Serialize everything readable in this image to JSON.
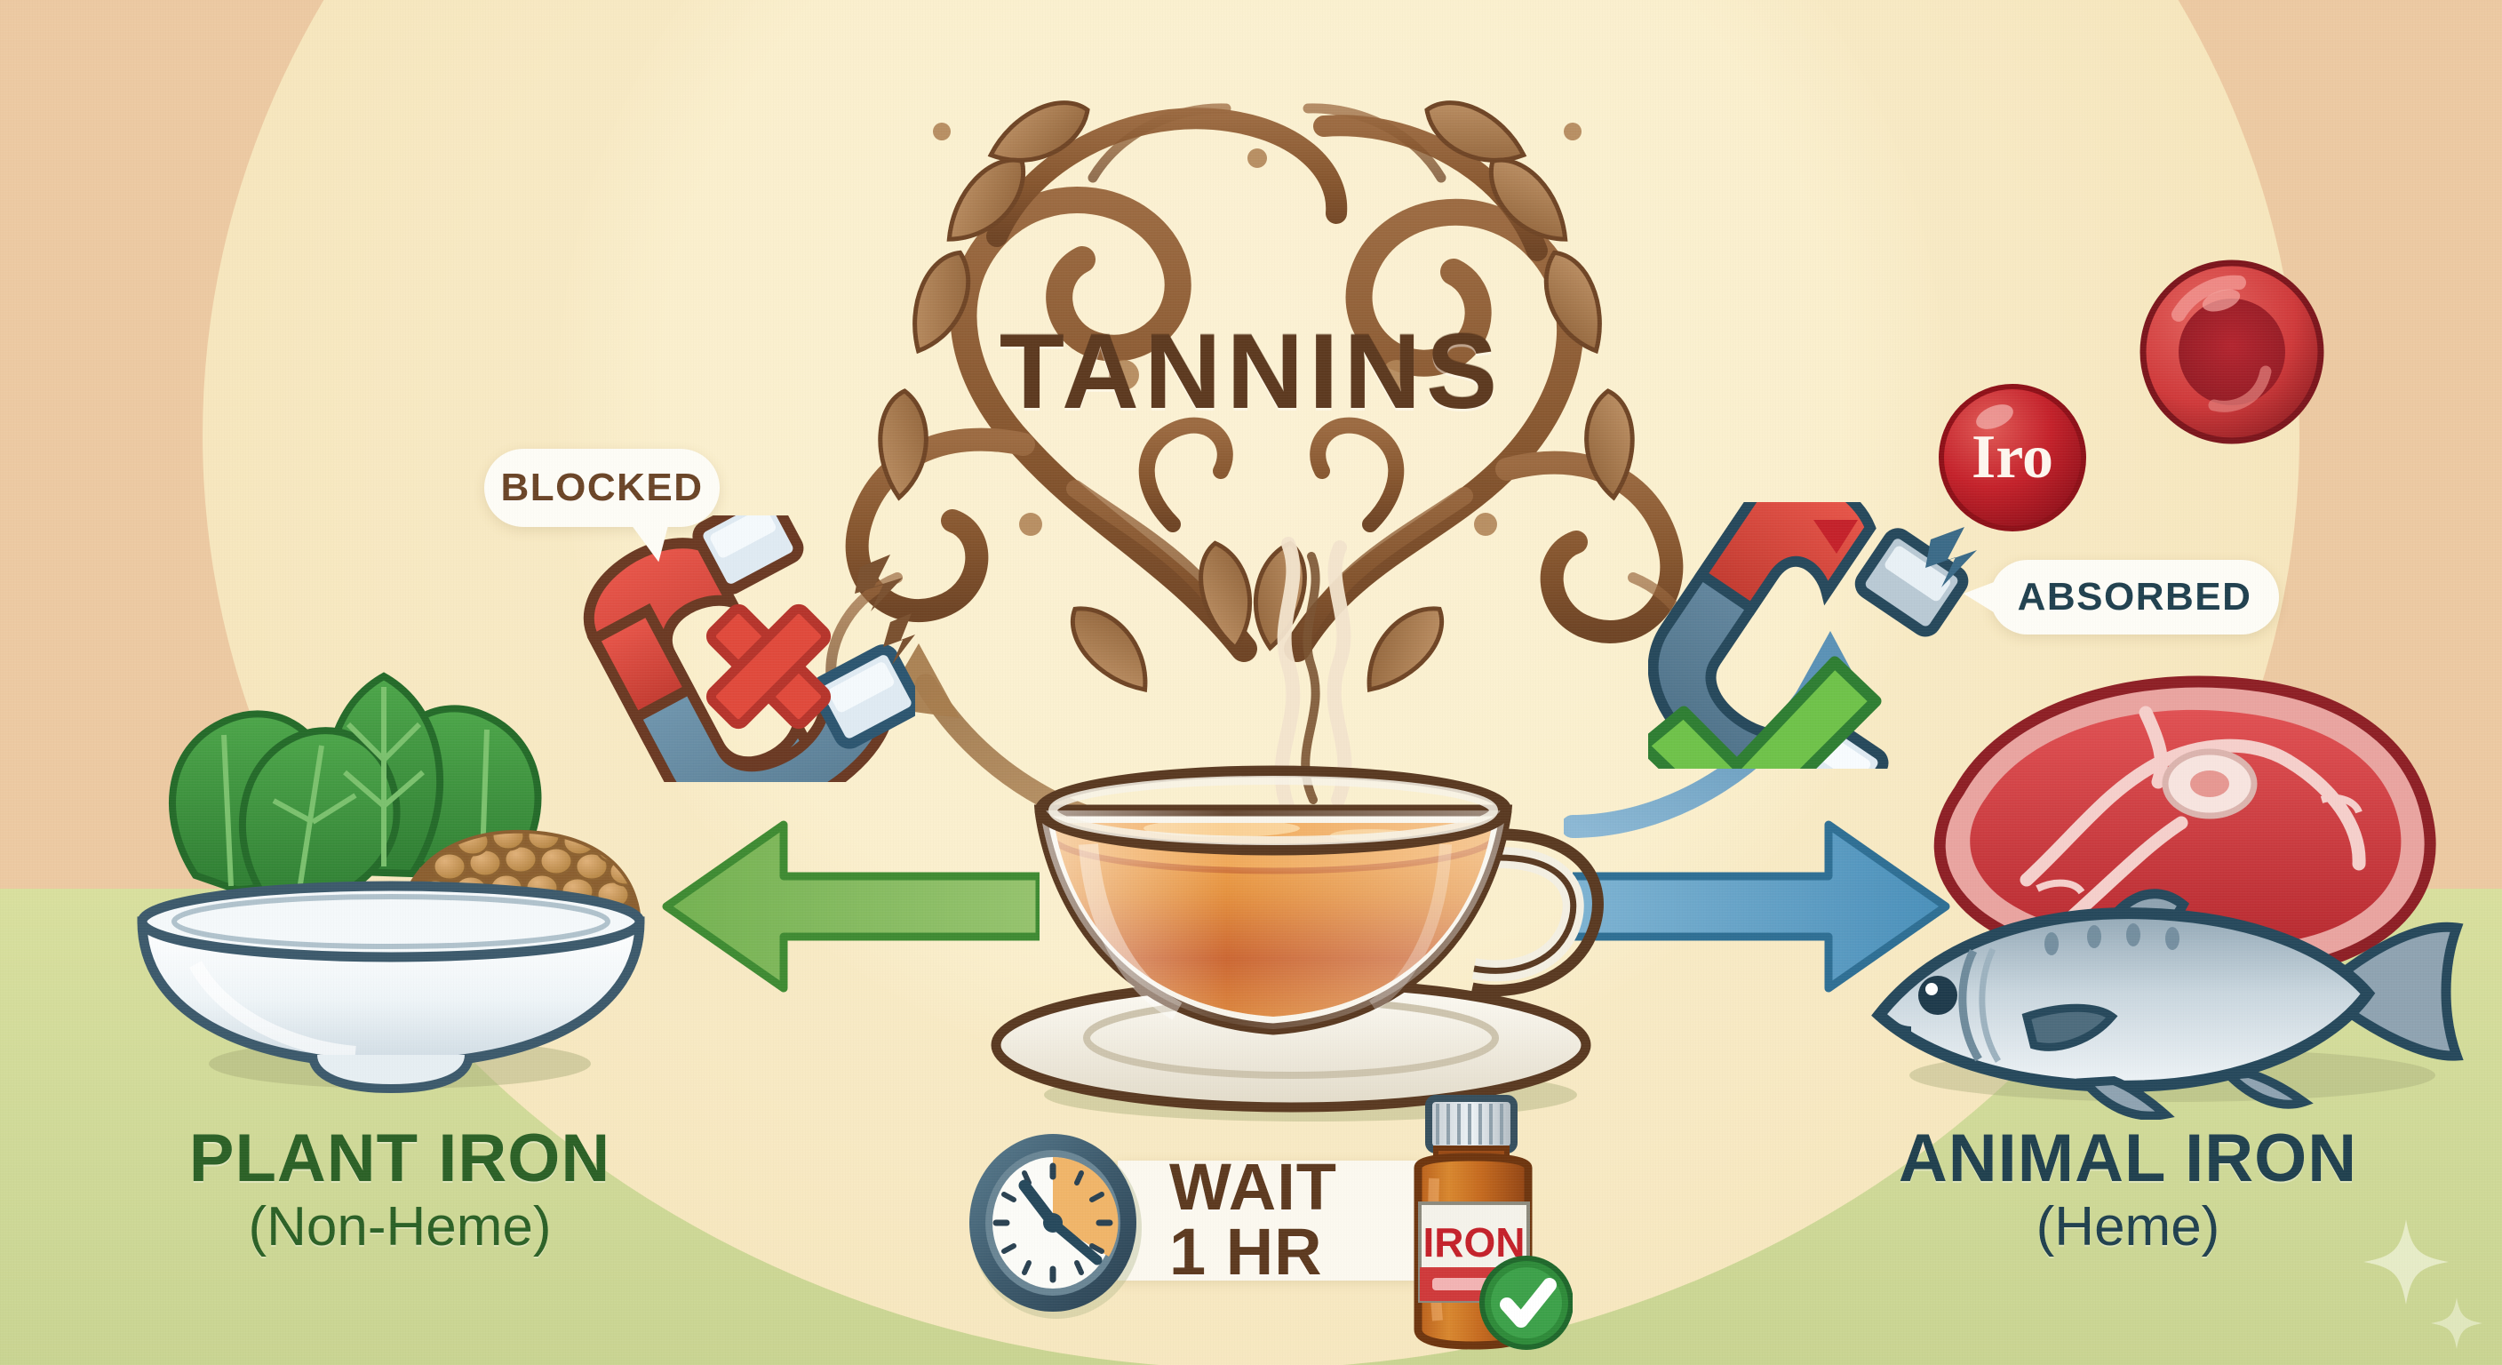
{
  "infographic": {
    "title": "TANNINS",
    "center_subject": "cup-of-tea",
    "background": {
      "top_color": "#ecc9a2",
      "bottom_color": "#d2dc9a",
      "dome_color": "#f8ebc6"
    }
  },
  "callouts": {
    "blocked": {
      "label": "BLOCKED",
      "text_color": "#6b4528",
      "bubble_color": "#fdfcf6"
    },
    "absorbed": {
      "label": "ABSORBED",
      "text_color": "#21414f",
      "bubble_color": "#fdfcf6"
    }
  },
  "iron_badge": {
    "label": "Iro",
    "fill_color": "#c4222b",
    "text_color": "#fdf6ee"
  },
  "left_branch": {
    "title": "PLANT IRON",
    "subtitle": "(Non-Heme)",
    "title_color": "#2c6127",
    "arrow_color": "#6dad4f",
    "arrow_direction": "left",
    "magnet_state": "blocked",
    "magnet_overlay_icon": "red-x-icon",
    "foods": [
      "spinach-leaves",
      "lentils",
      "white-bowl"
    ]
  },
  "right_branch": {
    "title": "ANIMAL IRON",
    "subtitle": "(Heme)",
    "title_color": "#21414f",
    "arrow_color": "#4a90ba",
    "arrow_direction": "right",
    "magnet_state": "absorbed",
    "magnet_overlay_icon": "green-check-icon",
    "foods": [
      "beef-steak",
      "fish"
    ],
    "target": "red-blood-cell"
  },
  "wait_card": {
    "line1": "WAIT",
    "line2": "1 HR",
    "text_color": "#5d3a20",
    "card_color": "#fbf8ef",
    "clock": {
      "hour": 4,
      "minute": 20,
      "rim_color": "#3d5a6c",
      "wedge_color": "#f0b569"
    },
    "supplement_bottle": {
      "label": "IRON",
      "label_color": "#c4222b",
      "body_color": "#c4691f",
      "cap_color": "#dfe6ea",
      "badge_icon": "green-check-icon"
    }
  },
  "colors": {
    "tannin_brown": "#8a5a33",
    "tannin_dark": "#5d3a20",
    "tea_amber": "#e3892f",
    "tea_deep": "#b4451f",
    "magnet_red": "#d94a3d",
    "magnet_blue": "#5c7f96",
    "navy_outline": "#27495c",
    "check_green": "#6fc24a",
    "x_red": "#e04a3c"
  }
}
